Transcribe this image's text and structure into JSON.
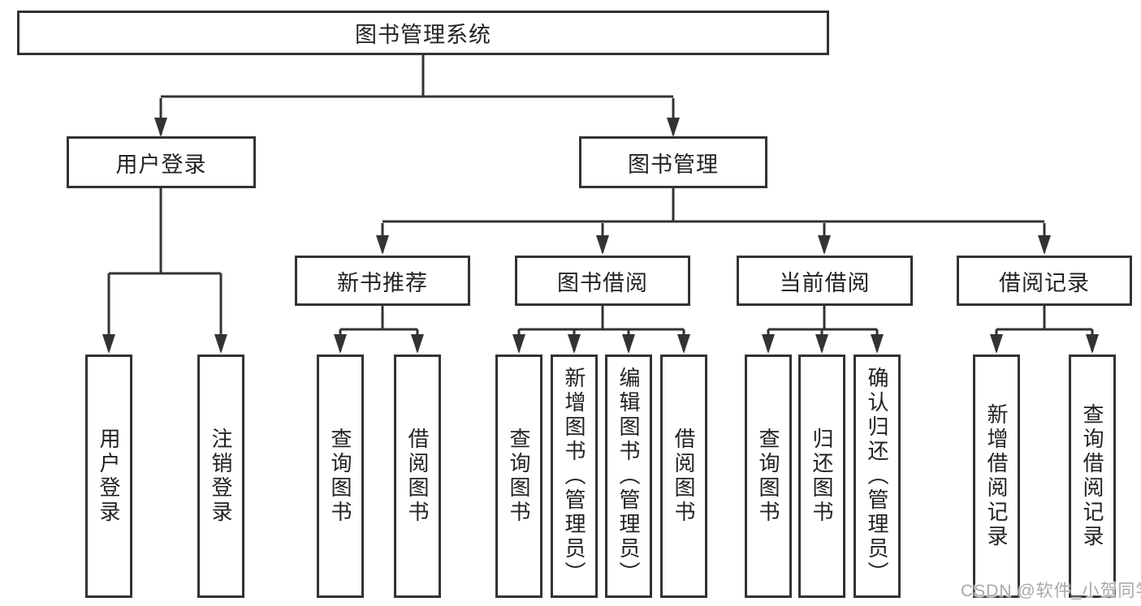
{
  "diagram_title": "图书管理系统",
  "tree": {
    "label": "图书管理系统",
    "children": [
      {
        "label": "用户登录",
        "children": [
          {
            "label": "用户登录"
          },
          {
            "label": "注销登录"
          }
        ]
      },
      {
        "label": "图书管理",
        "children": [
          {
            "label": "新书推荐",
            "children": [
              {
                "label": "查询图书"
              },
              {
                "label": "借阅图书"
              }
            ]
          },
          {
            "label": "图书借阅",
            "children": [
              {
                "label": "查询图书"
              },
              {
                "label": "新增图书（管理员）"
              },
              {
                "label": "编辑图书（管理员）"
              },
              {
                "label": "借阅图书"
              }
            ]
          },
          {
            "label": "当前借阅",
            "children": [
              {
                "label": "查询图书"
              },
              {
                "label": "归还图书"
              },
              {
                "label": "确认归还（管理员）"
              }
            ]
          },
          {
            "label": "借阅记录",
            "children": [
              {
                "label": "新增借阅记录"
              },
              {
                "label": "查询借阅记录"
              }
            ]
          }
        ]
      }
    ]
  },
  "watermark": {
    "text": "CSDN @软件_小贺同学"
  },
  "colors": {
    "line": "#333333",
    "box_border": "#333333",
    "text": "#222222",
    "background": "#ffffff",
    "watermark": "#a8a8a8"
  }
}
